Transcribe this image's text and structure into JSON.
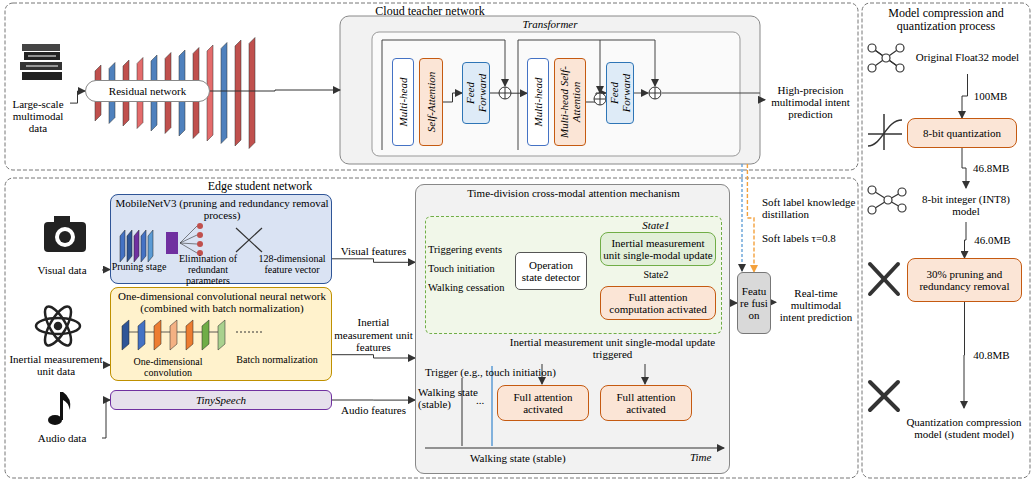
{
  "diagram": {
    "nodes": [
      {
        "text": [
          "Cloud teacher network"
        ]
      },
      {
        "text": [
          "Large-scale multimodal data"
        ],
        "in": 0
      },
      {
        "text": [
          "Residual network"
        ],
        "in": 0
      },
      {
        "text": [
          "Transformer"
        ],
        "in": 0
      },
      {
        "text": [
          "Multi-head"
        ],
        "in": 3
      },
      {
        "text": [
          "Self-Attention"
        ],
        "in": 3
      },
      {
        "text": [
          "Feed Forward"
        ],
        "in": 3
      },
      {
        "text": [
          "Multi-head"
        ],
        "in": 3
      },
      {
        "text": [
          "Multi-head Self-Attention"
        ],
        "in": 3
      },
      {
        "text": [
          "Feed Forward"
        ],
        "in": 3
      },
      {
        "text": [
          "High-precision multimodal intent prediction"
        ],
        "in": 0
      },
      {
        "text": [
          "Edge student network"
        ]
      },
      {
        "text": [
          "Visual data"
        ],
        "in": 11
      },
      {
        "text": [
          "MobileNetV3 (pruning and redundancy removal process)",
          "Pruning stage",
          "Elimination of redundant parameters",
          "128-dimensional feature vector"
        ],
        "in": 11
      },
      {
        "text": [
          "Inertial measurement unit data"
        ],
        "in": 11
      },
      {
        "text": [
          "One-dimensional convolutional neural network (combined with batch normalization)",
          "One-dimensional convolution",
          "Batch normalization"
        ],
        "in": 11
      },
      {
        "text": [
          "Audio data"
        ],
        "in": 11
      },
      {
        "text": [
          "TinySpeech"
        ],
        "in": 11
      },
      {
        "text": [
          "Time-division cross-modal attention mechanism"
        ],
        "in": 11
      },
      {
        "text": [
          "State1",
          "State2"
        ],
        "in": 18
      },
      {
        "text": [
          "Operation state detector"
        ],
        "in": 19
      },
      {
        "text": [
          "Inertial measurement unit single-modal update"
        ],
        "in": 19
      },
      {
        "text": [
          "Full attention computation activated"
        ],
        "in": 19
      },
      {
        "text": [
          "Full attention activated"
        ],
        "in": 18
      },
      {
        "text": [
          "Full attention activated"
        ],
        "in": 18
      },
      {
        "text": [
          "Feature fusion"
        ],
        "in": 11
      },
      {
        "text": [
          "Real-time multimodal intent prediction"
        ],
        "in": 11
      },
      {
        "text": [
          "Model compression and quantization process"
        ]
      },
      {
        "text": [
          "Original Float32 model"
        ],
        "in": 27
      },
      {
        "text": [
          "8-bit quantization"
        ],
        "in": 27
      },
      {
        "text": [
          "8-bit integer (INT8) model"
        ],
        "in": 27
      },
      {
        "text": [
          "30% pruning and redundancy removal"
        ],
        "in": 27
      },
      {
        "text": [
          "Quantization compression model (student model)"
        ],
        "in": 27
      }
    ],
    "edges": [
      {
        "from": 1,
        "to": 2,
        "arrow": "to"
      },
      {
        "from": 2,
        "to": 3,
        "arrow": "to"
      },
      {
        "from": 3,
        "to": 10,
        "arrow": "to"
      },
      {
        "from": 12,
        "to": 13,
        "arrow": "to"
      },
      {
        "from": 13,
        "to": 18,
        "label": "Visual features",
        "arrow": "to"
      },
      {
        "from": 14,
        "to": 15,
        "arrow": "to"
      },
      {
        "from": 15,
        "to": 18,
        "label": "Inertial measurement unit features",
        "arrow": "to"
      },
      {
        "from": 16,
        "to": 17,
        "arrow": "to"
      },
      {
        "from": 17,
        "to": 18,
        "label": "Audio features",
        "arrow": "to"
      },
      {
        "from": 20,
        "to": 21,
        "arrow": "to"
      },
      {
        "from": 20,
        "to": 22,
        "arrow": "to"
      },
      {
        "from": 18,
        "to": 25,
        "arrow": "to"
      },
      {
        "from": 25,
        "to": 26,
        "arrow": "to"
      },
      {
        "from": 3,
        "to": 25,
        "arrow": "to"
      },
      {
        "from": 5,
        "to": 6,
        "arrow": "to"
      },
      {
        "from": 6,
        "to": 7,
        "arrow": "to"
      },
      {
        "from": 8,
        "to": 9,
        "arrow": "to"
      },
      {
        "from": 28,
        "to": 29,
        "label": "100MB",
        "arrow": "to"
      },
      {
        "from": 29,
        "to": 30,
        "label": "46.8MB",
        "arrow": "to"
      },
      {
        "from": 30,
        "to": 31,
        "label": "46.0MB",
        "arrow": "to"
      },
      {
        "from": 31,
        "to": 32,
        "label": "40.8MB",
        "arrow": "to"
      }
    ],
    "labels": [
      "Soft label knowledge distillation",
      "Soft labels τ=0.8",
      "Triggering events",
      "Touch initiation",
      "Walking cessation",
      "Inertial measurement unit single-modal update triggered",
      "Trigger (e.g., touch initiation)",
      "Walking state (stable)",
      "...",
      "Walking state (stable)",
      "Time"
    ]
  }
}
